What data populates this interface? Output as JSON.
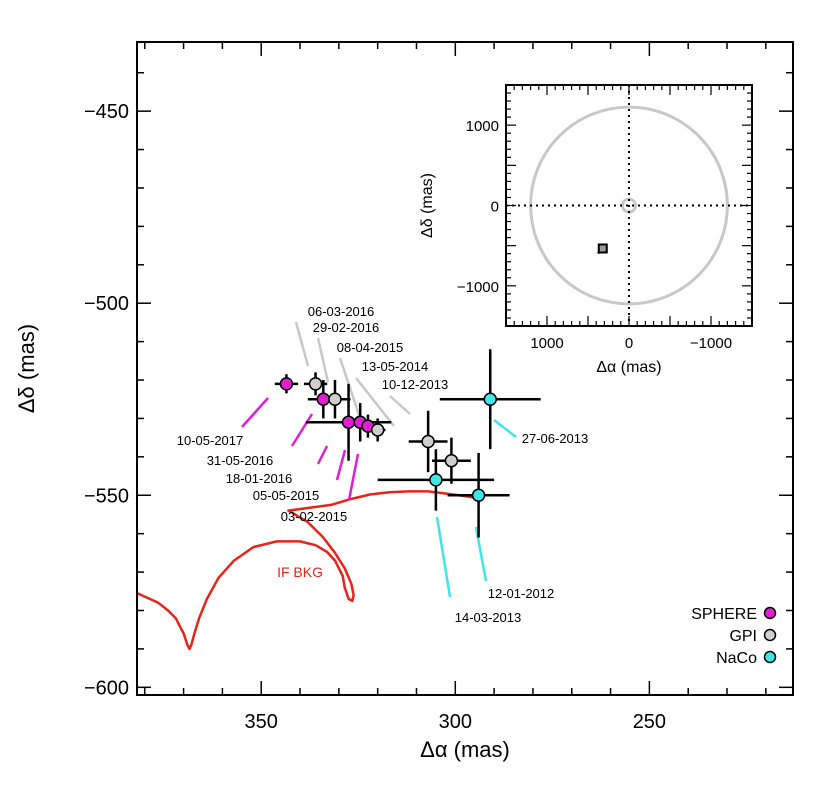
{
  "chart_data": [
    {
      "type": "scatter",
      "xlabel": "Δα (mas)",
      "ylabel": "Δδ (mas)",
      "xlim": [
        382,
        213
      ],
      "ylim": [
        -602,
        -432
      ],
      "x_ticks": [
        350,
        300,
        250
      ],
      "y_ticks": [
        -450,
        -500,
        -550,
        -600
      ],
      "x_minor_step": 10,
      "y_minor_step": 10,
      "x_axis_reversed": true,
      "series": [
        {
          "name": "SPHERE",
          "color": "#e01fd1",
          "points": [
            {
              "date": "10-05-2017",
              "x": 343.5,
              "y": -521.0,
              "xerr": 3.0,
              "yerr": 2.5
            },
            {
              "date": "31-05-2016",
              "x": 334.0,
              "y": -525.0,
              "xerr": 4.0,
              "yerr": 5.0
            },
            {
              "date": "18-01-2016",
              "x": 327.5,
              "y": -531.0,
              "xerr": 11.0,
              "yerr": 10.0
            },
            {
              "date": "05-05-2015",
              "x": 324.5,
              "y": -531.0,
              "xerr": 4.0,
              "yerr": 5.0
            },
            {
              "date": "03-02-2015",
              "x": 322.5,
              "y": -532.0,
              "xerr": 3.0,
              "yerr": 3.0
            }
          ]
        },
        {
          "name": "GPI",
          "color": "#cfcfcf",
          "points": [
            {
              "date": "06-03-2016",
              "x": 336.0,
              "y": -521.0,
              "xerr": 3.0,
              "yerr": 3.0
            },
            {
              "date": "29-02-2016",
              "x": 331.0,
              "y": -525.0,
              "xerr": 4.0,
              "yerr": 5.0
            },
            {
              "date": "08-04-2015",
              "x": 320.0,
              "y": -533.0,
              "xerr": 2.0,
              "yerr": 3.0
            },
            {
              "date": "13-05-2014",
              "x": 307.0,
              "y": -536.0,
              "xerr": 5.0,
              "yerr": 8.0
            },
            {
              "date": "10-12-2013",
              "x": 301.0,
              "y": -541.0,
              "xerr": 5.0,
              "yerr": 6.0
            }
          ]
        },
        {
          "name": "NaCo",
          "color": "#3fe6e6",
          "points": [
            {
              "date": "27-06-2013",
              "x": 291.0,
              "y": -525.0,
              "xerr": 13.0,
              "yerr": 13.0
            },
            {
              "date": "14-03-2013",
              "x": 305.0,
              "y": -546.0,
              "xerr": 15.0,
              "yerr": 8.0
            },
            {
              "date": "12-01-2012",
              "x": 294.0,
              "y": -550.0,
              "xerr": 8.0,
              "yerr": 11.0
            }
          ]
        }
      ],
      "background_track": {
        "label": "IF BKG",
        "color": "#e8241a",
        "x": [
          383,
          376.5,
          374,
          372,
          371,
          370,
          369,
          368.5,
          368,
          367.2,
          366,
          364,
          361,
          357,
          352,
          346,
          340,
          336,
          333,
          331,
          330,
          329,
          328.5,
          327.5,
          326.5,
          326.2,
          326.8,
          328.5,
          331,
          334,
          338,
          343,
          332,
          327,
          322,
          317,
          312,
          307,
          302,
          297,
          294
        ],
        "y": [
          -575,
          -578,
          -580,
          -582,
          -584,
          -586,
          -589,
          -590,
          -589,
          -586,
          -582,
          -577,
          -571.5,
          -567,
          -563.5,
          -562,
          -562,
          -563,
          -564.8,
          -567,
          -569,
          -571,
          -574,
          -577,
          -577.5,
          -576,
          -573,
          -569,
          -565,
          -561,
          -557,
          -554,
          -552.5,
          -551,
          -549.8,
          -549.2,
          -549,
          -549,
          -549.6,
          -550.3,
          -550.8
        ]
      },
      "legend_position": "bottom-right",
      "grid": false
    },
    {
      "type": "scatter",
      "role": "inset",
      "xlabel": "Δα (mas)",
      "ylabel": "Δδ (mas)",
      "xlim": [
        1500,
        -1500
      ],
      "ylim": [
        -1500,
        1500
      ],
      "x_ticks": [
        1000,
        0,
        -1000
      ],
      "y_ticks": [
        1000,
        0,
        -1000
      ],
      "x_minor_step": 100,
      "y_minor_step": 100,
      "crosshair": "dotted",
      "circles": [
        {
          "radius": 1200,
          "color": "#c8c8c8"
        },
        {
          "radius": 80,
          "color": "#c8c8c8"
        }
      ],
      "marker_cluster": {
        "x": 320,
        "y": -535,
        "color": "#000000"
      },
      "background_track": {
        "color": "#e8241a",
        "x": [
          383,
          370,
          355,
          340,
          330,
          320,
          300
        ],
        "y": [
          -578,
          -588,
          -570,
          -560,
          -570,
          -552,
          -549
        ]
      }
    }
  ]
}
